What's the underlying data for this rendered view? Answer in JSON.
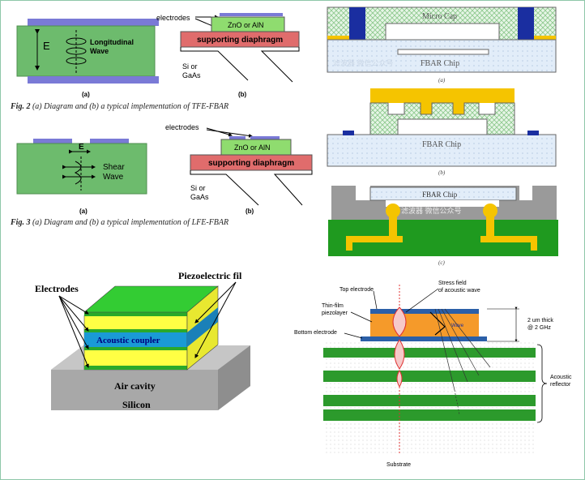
{
  "tfe": {
    "e_label": "E",
    "wave_label": "Longitudinal Wave",
    "electrodes_label": "electrodes",
    "piezo_label": "ZnO or AlN",
    "diaphragm_label": "supporting diaphragm",
    "substrate_label_1": "Si or",
    "substrate_label_2": "GaAs",
    "sub_a": "(a)",
    "sub_b": "(b)",
    "caption_fig": "Fig. 2",
    "caption_text": "(a) Diagram and (b) a typical implementation of TFE-FBAR"
  },
  "lfe": {
    "e_label": "E",
    "wave_label_1": "Shear",
    "wave_label_2": "Wave",
    "electrodes_label": "electrodes",
    "piezo_label": "ZnO or AlN",
    "diaphragm_label": "supporting diaphragm",
    "substrate_label_1": "Si or",
    "substrate_label_2": "GaAs",
    "sub_a": "(a)",
    "sub_b": "(b)",
    "caption_fig": "Fig. 3",
    "caption_text": "(a) Diagram and (b) a typical implementation of LFE-FBAR"
  },
  "packaging": {
    "micro_cap": "Micro Cap",
    "fbar_chip": "FBAR Chip",
    "watermark": "滤波器 微信公众号",
    "sub_a": "(a)",
    "sub_b": "(b)",
    "sub_c": "(c)"
  },
  "stack": {
    "electrodes": "Electrodes",
    "piezo": "Piezoelectric fil",
    "coupler": "Acoustic coupler",
    "cavity": "Air cavity",
    "silicon": "Silicon"
  },
  "smr": {
    "top_electrode": "Top electrode",
    "stress_field_1": "Stress field",
    "stress_field_2": "of acoustic wave",
    "thin_film_1": "Thin-film",
    "thin_film_2": "piezolayer",
    "bottom_electrode": "Bottom electrode",
    "thickness_1": "2 um thick",
    "thickness_2": "@ 2 GHz",
    "reflector_1": "Acoustic",
    "reflector_2": "reflector",
    "substrate": "Substrate",
    "wave_text": "Wave"
  },
  "colors": {
    "green_block": "#6dbb6d",
    "electrode_blue": "#7a7ad6",
    "piezo_green": "#8fdc6f",
    "diaphragm_red": "#e06c6c",
    "fbar_blue": "#dde9f8",
    "cap_hatch": "#9fd09f",
    "gold": "#f5c400",
    "pcb_green": "#1f9a1f",
    "stack_yellow": "#ffff44",
    "stack_blue": "#1a9ad6",
    "stack_top_green": "#33cc33",
    "silicon_gray": "#b5b5b5",
    "smr_green": "#2c9a2c",
    "smr_orange": "#f59a2a",
    "smr_electrode": "#2b5fa8",
    "stress_red": "#e03030"
  }
}
